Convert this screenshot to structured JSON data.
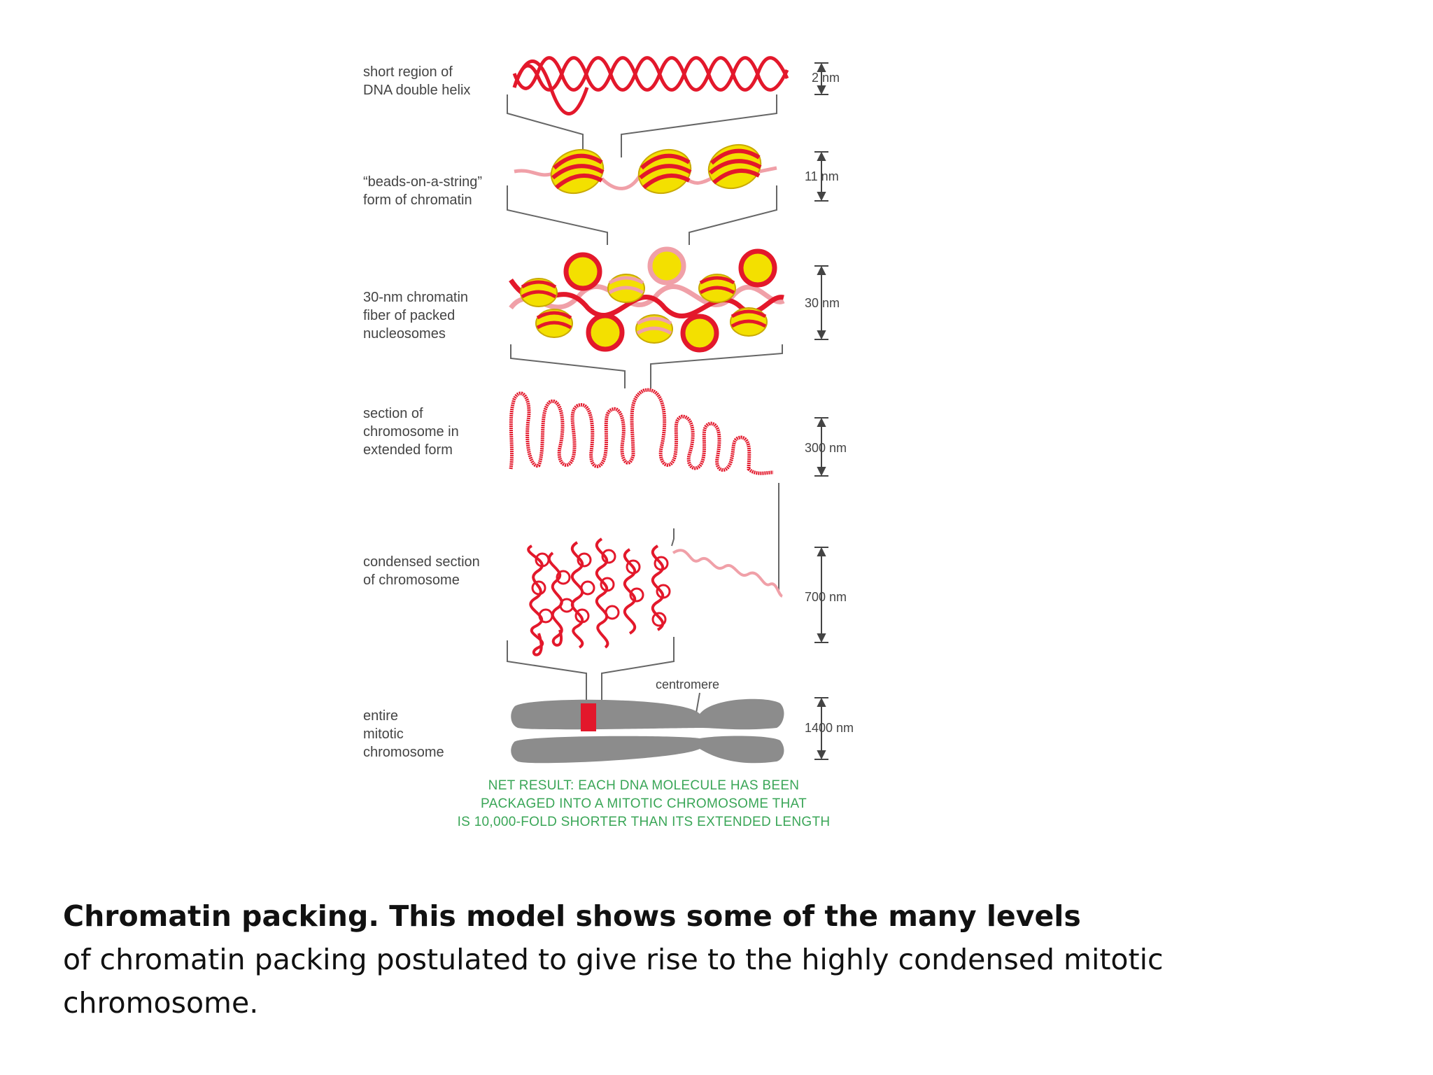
{
  "levels": [
    {
      "label": "short region of\nDNA double helix",
      "dimension": "2 nm"
    },
    {
      "label": "“beads-on-a-string”\nform of chromatin",
      "dimension": "11 nm"
    },
    {
      "label": "30-nm chromatin\nfiber of packed\nnucleosomes",
      "dimension": "30 nm"
    },
    {
      "label": "section of\nchromosome in\nextended form",
      "dimension": "300 nm"
    },
    {
      "label": "condensed section\nof chromosome",
      "dimension": "700 nm"
    },
    {
      "label": "entire\nmitotic\nchromosome",
      "dimension": "1400 nm"
    }
  ],
  "centromere_label": "centromere",
  "net_result": [
    "NET RESULT: EACH DNA MOLECULE HAS BEEN",
    "PACKAGED INTO A MITOTIC CHROMOSOME THAT",
    "IS 10,000-FOLD SHORTER THAN ITS EXTENDED LENGTH"
  ],
  "caption": {
    "bold": "Chromatin packing. This model shows some of the many levels",
    "text": "of chromatin packing postulated to give rise to the highly condensed mitotic chromosome."
  },
  "colors": {
    "dna": "#e3182b",
    "histone": "#f3e000",
    "chromosome": "#8c8c8c",
    "net_result": "#3aa657"
  }
}
